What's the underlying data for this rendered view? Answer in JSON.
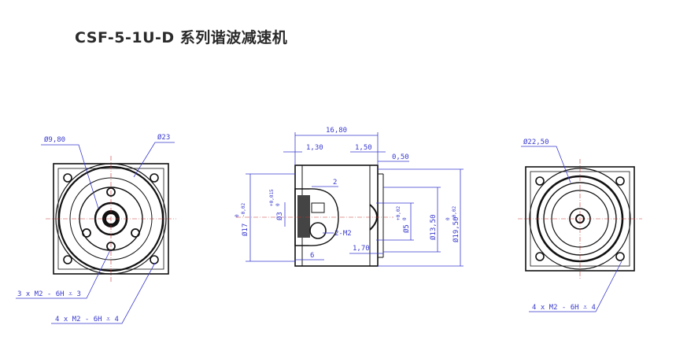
{
  "title": "CSF-5-1U-D 系列谐波减速机",
  "front_view": {
    "dia_bore": "Ø9,80",
    "dia_outer": "Ø23",
    "thread_note_a": "3 x M2 - 6H ⩡ 3",
    "thread_note_b": "4 x M2 - 6H ⩡ 4"
  },
  "side_view": {
    "overall_length": "16,80",
    "dim_1_30": "1,30",
    "dim_1_50": "1,50",
    "dim_0_50": "0,50",
    "dim_2": "2",
    "dim_6": "6",
    "dim_1_70": "1,70",
    "thread": "2-M2",
    "dia_17": "Ø17",
    "dia_17_tol_upper": "0",
    "dia_17_tol_lower": "-0,02",
    "dia_3": "Ø3",
    "dia_3_tol_upper": "+0,015",
    "dia_3_tol_lower": "0",
    "dia_5": "Ø5",
    "dia_5_tol_upper": "+0,02",
    "dia_5_tol_lower": "0",
    "dia_13_50": "Ø13,50",
    "dia_19_50": "Ø19,50",
    "dia_19_50_tol_upper": "0",
    "dia_19_50_tol_lower": "-0,02"
  },
  "rear_view": {
    "dia_22_50": "Ø22,50",
    "thread_note": "4 x M2 - 6H ⩡ 4"
  }
}
